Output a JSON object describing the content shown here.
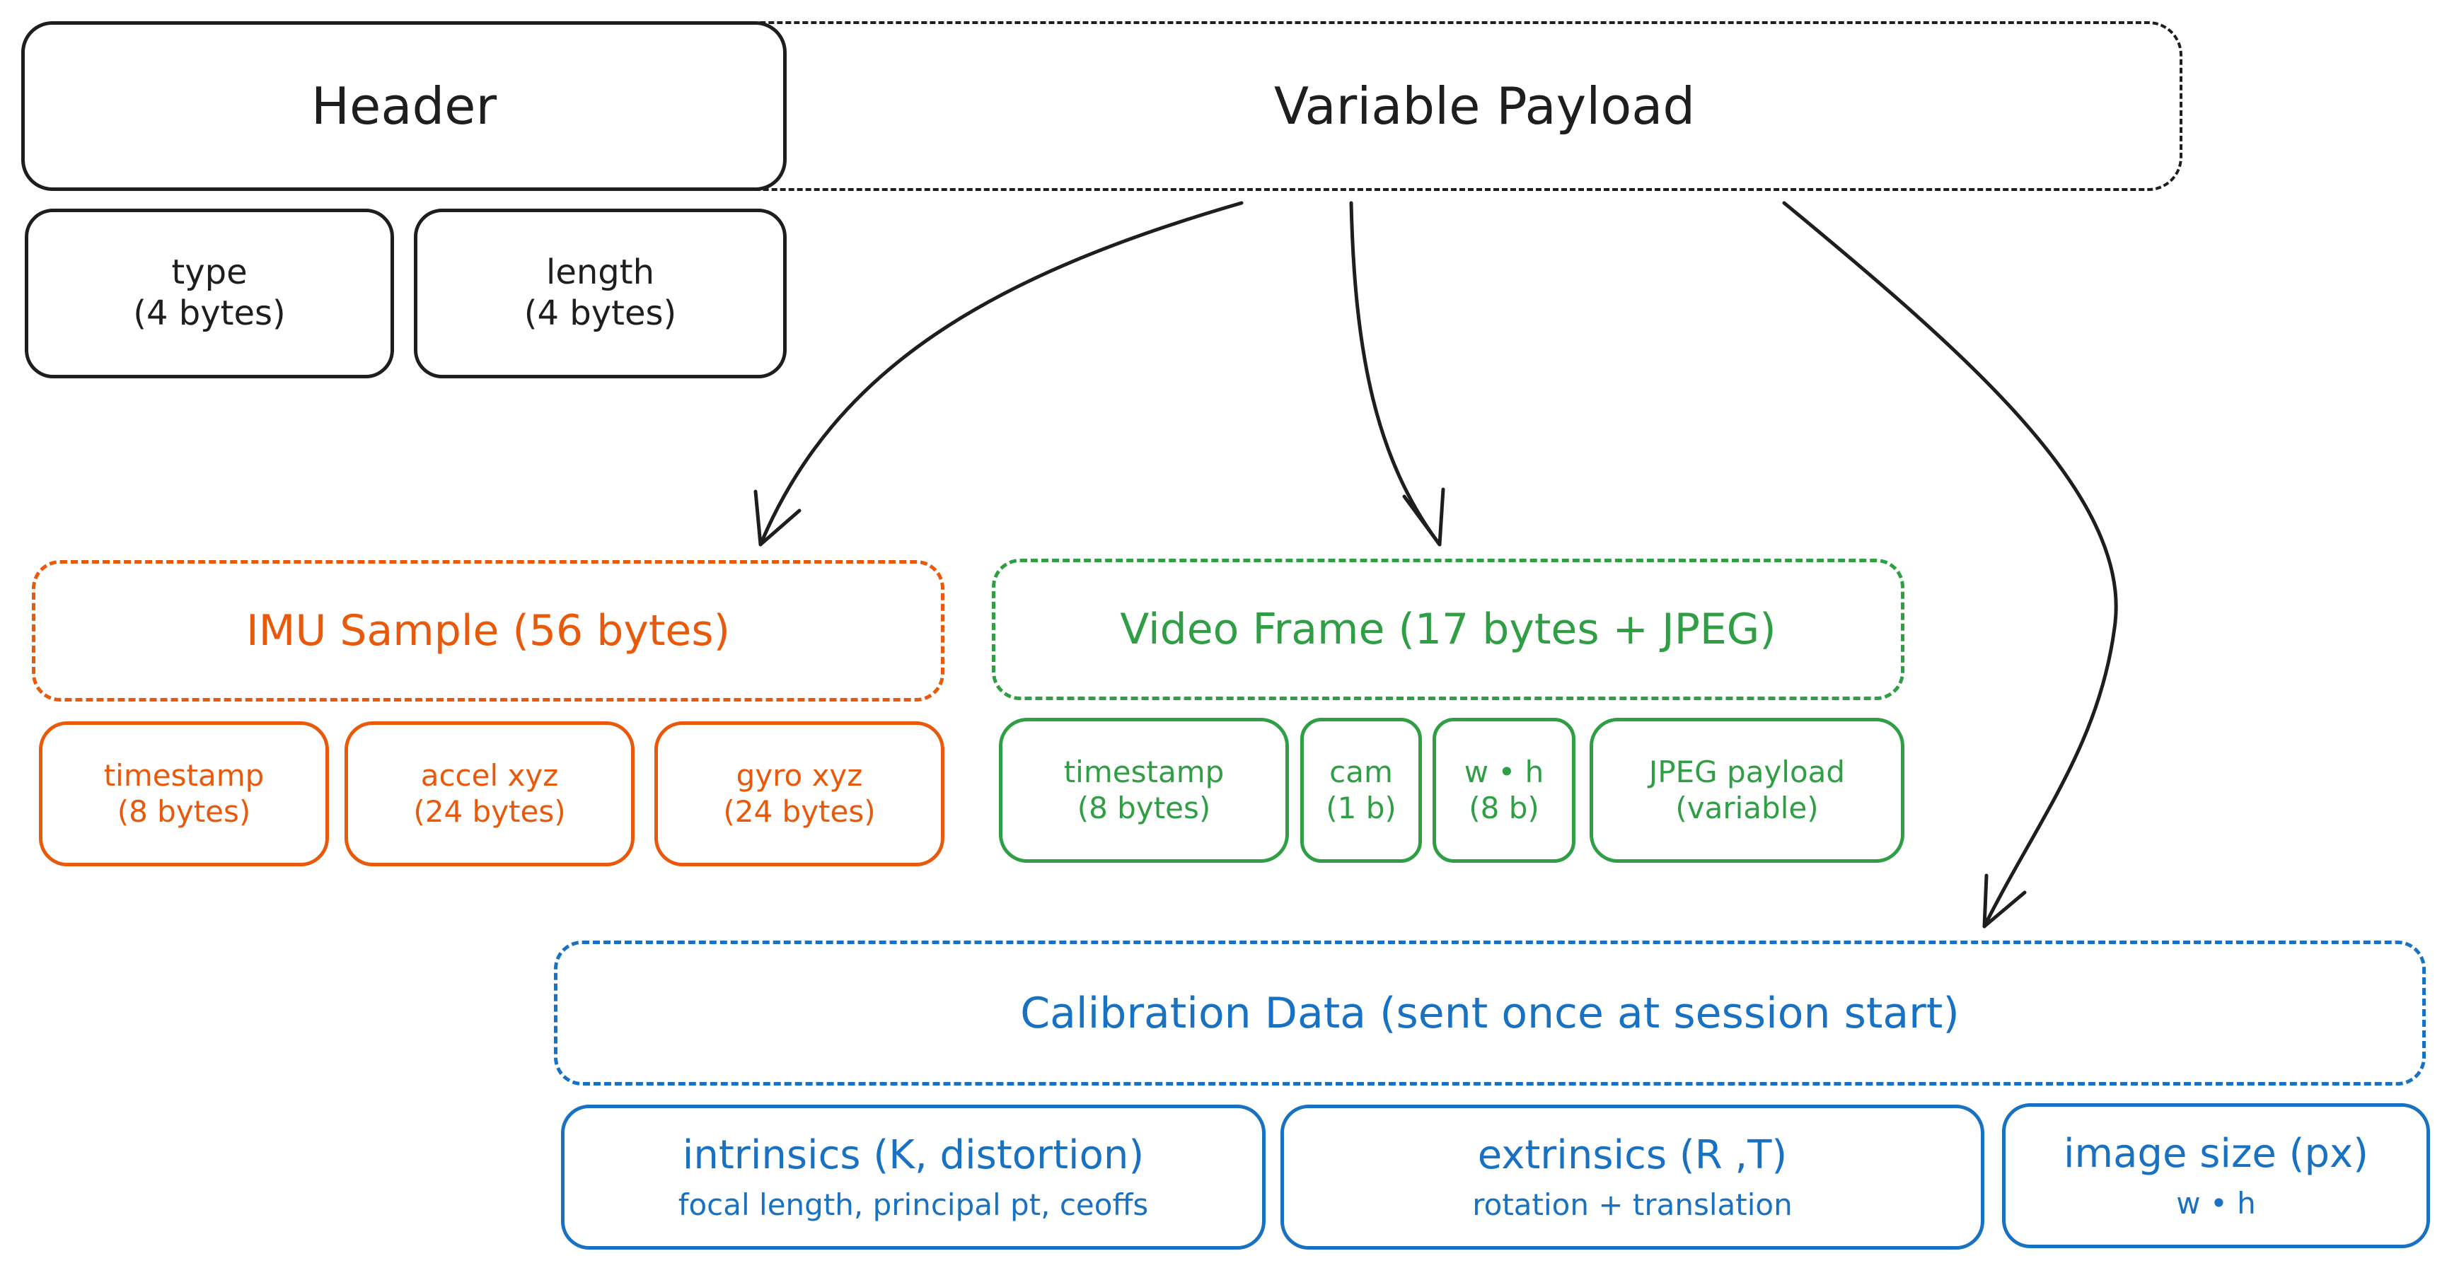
{
  "header": {
    "title": "Header",
    "fields": [
      {
        "name": "type",
        "size": "(4 bytes)"
      },
      {
        "name": "length",
        "size": "(4 bytes)"
      }
    ]
  },
  "payload": {
    "title": "Variable Payload"
  },
  "imu": {
    "title": "IMU Sample (56 bytes)",
    "color": "#e8590c",
    "fields": [
      {
        "name": "timestamp",
        "size": "(8 bytes)"
      },
      {
        "name": "accel xyz",
        "size": "(24 bytes)"
      },
      {
        "name": "gyro xyz",
        "size": "(24 bytes)"
      }
    ]
  },
  "video": {
    "title": "Video Frame (17 bytes + JPEG)",
    "color": "#2f9e44",
    "fields": [
      {
        "name": "timestamp",
        "size": "(8 bytes)"
      },
      {
        "name": "cam",
        "size": "(1 b)"
      },
      {
        "name": "w • h",
        "size": "(8 b)"
      },
      {
        "name": "JPEG payload",
        "size": "(variable)"
      }
    ]
  },
  "calibration": {
    "title": "Calibration Data (sent once at session start)",
    "color": "#1971c2",
    "fields": [
      {
        "name": "intrinsics (K, distortion)",
        "detail": "focal length, principal pt, ceoffs"
      },
      {
        "name": "extrinsics (R ,T)",
        "detail": "rotation + translation"
      },
      {
        "name": "image size (px)",
        "detail": "w • h"
      }
    ]
  }
}
